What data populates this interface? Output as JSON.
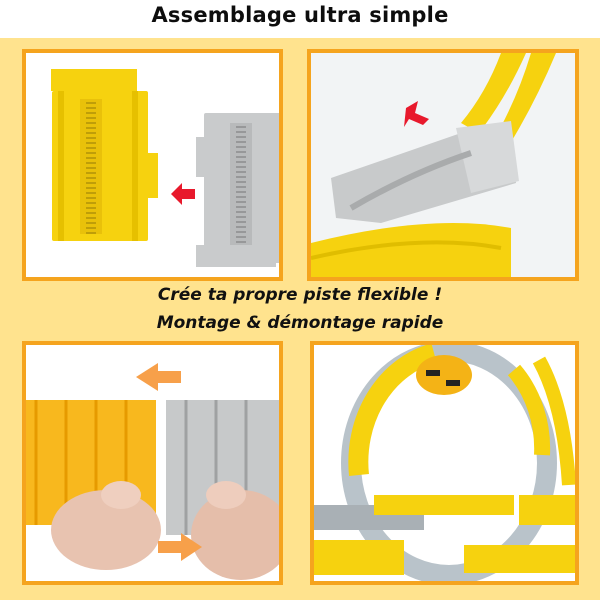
{
  "title": "Assemblage ultra simple",
  "middle_text": {
    "line1": "Crée ta propre piste flexible !",
    "line2": "Montage & démontage rapide"
  },
  "panels": [
    {
      "id": "top-left",
      "description": "Yellow and grey track pieces with red arrow pointing left",
      "arrow_color": "#E8192C"
    },
    {
      "id": "top-right",
      "description": "Grey ramp piece connecting to yellow curved track, red arrow",
      "arrow_color": "#E8192C"
    },
    {
      "id": "bottom-left",
      "description": "Hands joining yellow and grey flexible track segments, orange arrows",
      "arrow_color": "#F7A04A"
    },
    {
      "id": "bottom-right",
      "description": "Assembled loop track with yellow toy car"
    }
  ],
  "colors": {
    "background": "#FFE38E",
    "panel_border": "#F5A41E",
    "track_yellow": "#F6D20F",
    "track_grey": "#C9CBCC",
    "title_text": "#0d0d0d"
  }
}
